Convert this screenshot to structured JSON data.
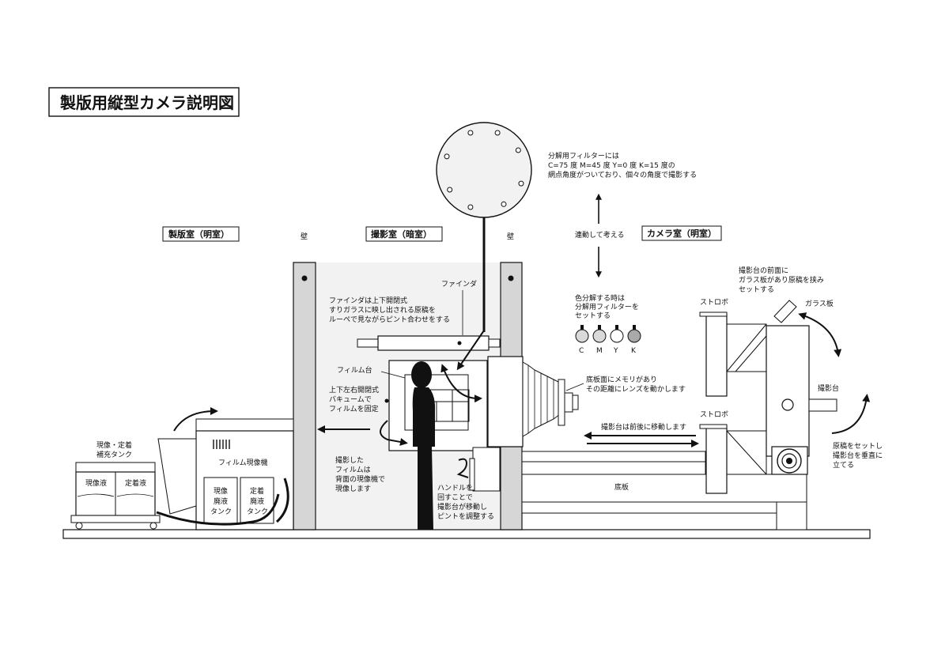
{
  "title": "製版用縦型カメラ説明図",
  "rooms": {
    "platemaking": "製版室（明室）",
    "darkroom": "撮影室（暗室）",
    "camera": "カメラ室（明室）"
  },
  "wall_left": "壁",
  "wall_right": "壁",
  "filter_note": [
    "分解用フィルターには",
    "C=75 度 M=45 度 Y=0 度 K=15 度の",
    "網点角度がついており、個々の角度で撮影する"
  ],
  "linked_note": "連動して考える",
  "color_sep_note": [
    "色分解する時は",
    "分解用フィルターを",
    "セットする"
  ],
  "filters": [
    {
      "label": "C",
      "color": "#d9d9d9"
    },
    {
      "label": "M",
      "color": "#d9d9d9"
    },
    {
      "label": "Y",
      "color": "#ffffff"
    },
    {
      "label": "K",
      "color": "#a9a9a9"
    }
  ],
  "finder_label": "ファインダ",
  "finder_note": [
    "ファインダは上下開閉式",
    "すりガラスに映し出される原稿を",
    "ルーペで見ながらピント合わせをする"
  ],
  "film_stage": "フィルム台",
  "vacuum_note": [
    "上下左右開閉式",
    "バキュームで",
    "フィルムを固定"
  ],
  "bed_note": [
    "底板面にメモリがあり",
    "その距離にレンズを動かします"
  ],
  "move_note": "撮影台は前後に移動します",
  "base_plate": "底板",
  "shot_film_note": [
    "撮影した",
    "フィルムは",
    "背面の現像機で",
    "現像します"
  ],
  "handle_note": [
    "ハンドルを",
    "回すことで",
    "撮影台が移動し",
    "ピントを調整する"
  ],
  "copy_front_note": [
    "撮影台の前面に",
    "ガラス板があり原稿を挟み",
    "セットする"
  ],
  "strobe_top": "ストロボ",
  "strobe_bottom": "ストロボ",
  "glass_plate": "ガラス板",
  "copy_stand": "撮影台",
  "vertical_note": [
    "原稿をセットし",
    "撮影台を垂直に",
    "立てる"
  ],
  "replenish_tank": [
    "現像・定着",
    "補充タンク"
  ],
  "developer_liquid": "現像液",
  "fixer_liquid": "定着液",
  "film_processor": "フィルム現像機",
  "waste_dev": [
    "現像",
    "廃液",
    "タンク"
  ],
  "waste_fix": [
    "定着",
    "廃液",
    "タンク"
  ]
}
